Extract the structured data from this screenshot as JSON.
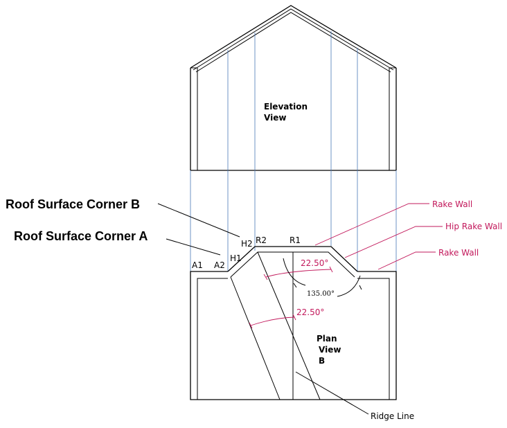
{
  "labels": {
    "elevation_line1": "Elevation",
    "elevation_line2": "View",
    "plan_line1": "Plan",
    "plan_line2": "View",
    "plan_line3": "B",
    "corner_b": "Roof Surface Corner B",
    "corner_a": "Roof Surface Corner A",
    "rake_wall_top": "Rake Wall",
    "hip_rake_wall": "Hip Rake Wall",
    "rake_wall_right": "Rake Wall",
    "ridge_line": "Ridge Line",
    "angle_upper": "22.50°",
    "angle_lower": "22.50°",
    "angle_135": "135.00°"
  },
  "points": {
    "a1": "A1",
    "a2": "A2",
    "h1": "H1",
    "h2": "H2",
    "r2": "R2",
    "r1": "R1"
  },
  "colors": {
    "line": "#000000",
    "guide": "#4a78b8",
    "annotation": "#c2185b"
  }
}
